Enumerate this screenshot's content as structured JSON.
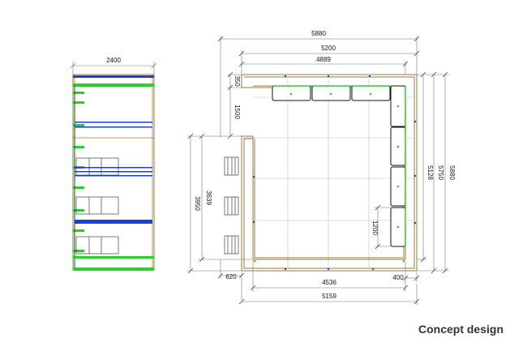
{
  "caption": "Concept design",
  "colors": {
    "wall": "#9a7b3c",
    "dimension": "#777777",
    "grid": "#bdbdbd",
    "cabinet": "#111111",
    "green": "#2ecc2e",
    "blue": "#1f3fd0"
  },
  "side_view": {
    "width_label": "2400"
  },
  "plan_view": {
    "top_dims": [
      "5880",
      "5200",
      "4889"
    ],
    "right_dims": [
      "5128",
      "5750",
      "5880"
    ],
    "left_dims": [
      "3950",
      "3639"
    ],
    "upper_left_dims": [
      "350",
      "1500"
    ],
    "bottom_dims": [
      "620",
      "4536",
      "400",
      "5159"
    ],
    "inner_dim": "1200"
  }
}
